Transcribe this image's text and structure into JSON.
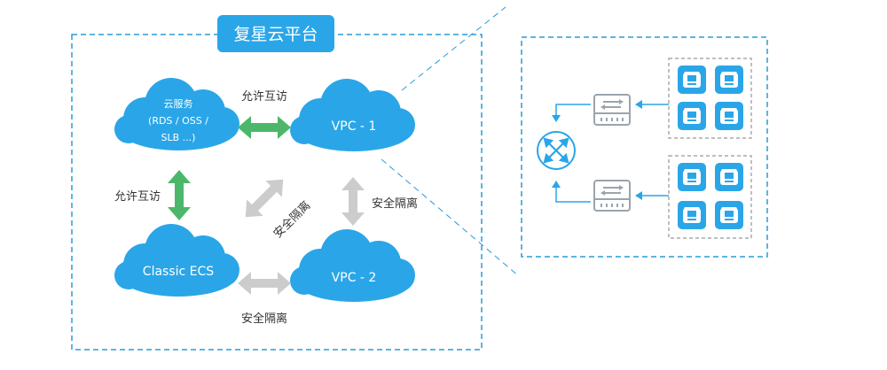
{
  "platform": {
    "title": "复星云平台"
  },
  "clouds": {
    "cloud_service": {
      "line1": "云服务",
      "line2": "(RDS / OSS /",
      "line3": "SLB ...)"
    },
    "vpc1": {
      "label": "VPC - 1"
    },
    "classic_ecs": {
      "label": "Classic ECS"
    },
    "vpc2": {
      "label": "VPC - 2"
    }
  },
  "connections": {
    "top": "允许互访",
    "left": "允许互访",
    "diagonal": "安全隔离",
    "right": "安全隔离",
    "bottom": "安全隔离"
  },
  "colors": {
    "frame": "#2a9bd8",
    "cloud": "#2aa6e8",
    "allow_arrow": "#4cb76b",
    "isolate_arrow": "#cccccc",
    "device": "#9aa4ad",
    "vm": "#2aa6e8"
  },
  "detail": {
    "router": "router-icon",
    "switches": [
      "switch-icon",
      "switch-icon"
    ],
    "vm_groups": [
      [
        "cloud-server-icon",
        "cloud-server-icon",
        "cloud-server-icon",
        "cloud-server-icon"
      ],
      [
        "cloud-server-icon",
        "cloud-server-icon",
        "cloud-server-icon",
        "cloud-server-icon"
      ]
    ]
  }
}
